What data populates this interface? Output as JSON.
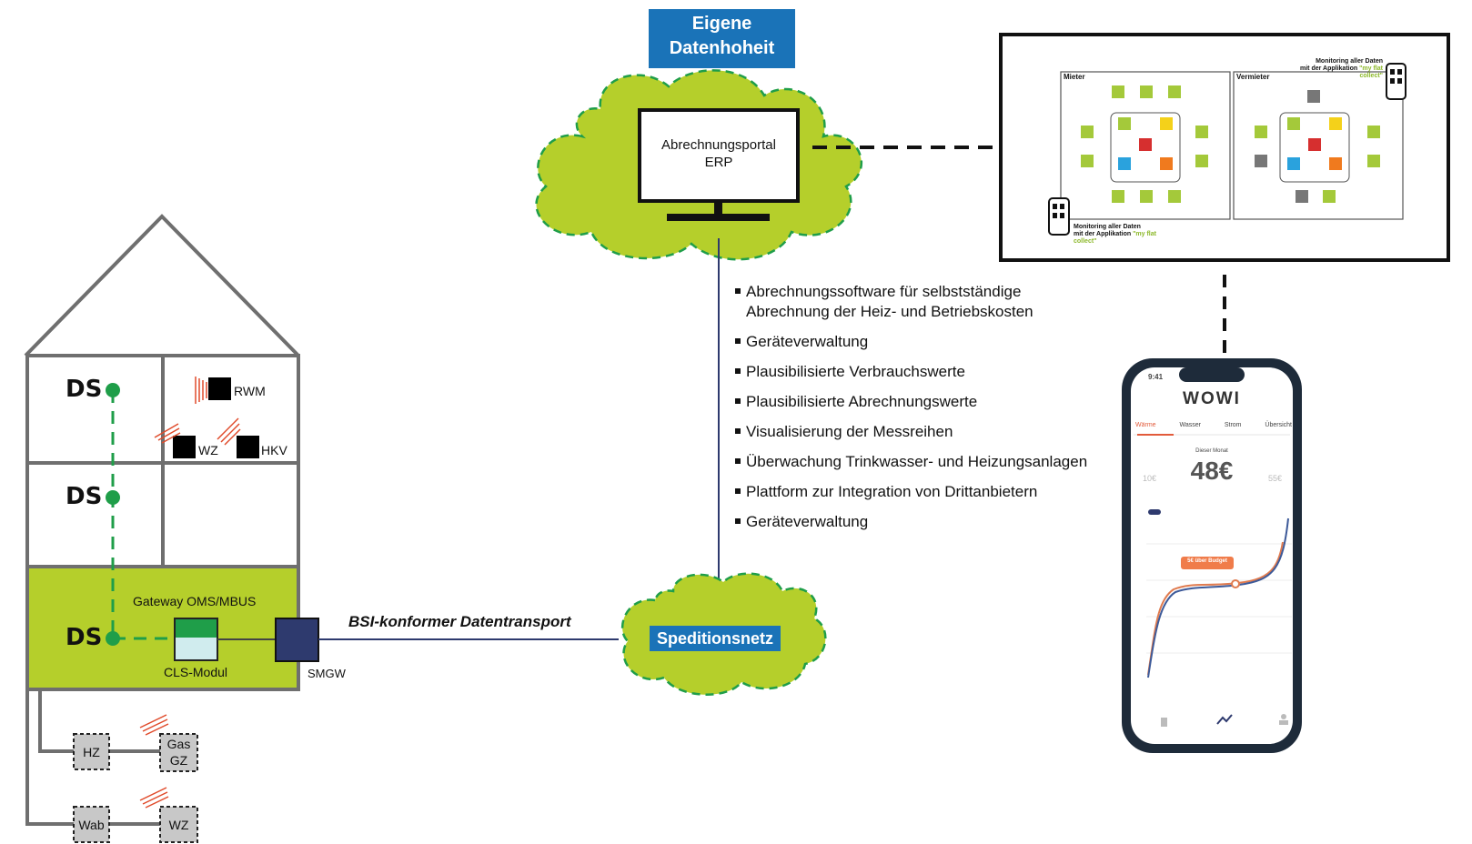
{
  "colors": {
    "green": "#b5cf2b",
    "green_dash": "#1f9e49",
    "blue": "#1a73b8",
    "navy": "#2e3a6e",
    "grey": "#6f6f6f",
    "red_wave": "#e04a2a",
    "orange": "#f07c4a"
  },
  "top": {
    "title_line1": "Eigene",
    "title_line2": "Datenhoheit"
  },
  "erp": {
    "line1": "Abrechnungsportal",
    "line2": "ERP"
  },
  "network": {
    "label": "Speditionsnetz",
    "transport": "BSI-konformer Datentransport"
  },
  "house": {
    "ds1": "DS",
    "ds2": "DS",
    "ds3": "DS",
    "rwm": "RWM",
    "wz": "WZ",
    "hkv": "HKV",
    "gateway": "Gateway OMS/MBUS",
    "cls": "CLS-Modul",
    "smgw": "SMGW",
    "hz": "HZ",
    "gas": "Gas",
    "gz": "GZ",
    "wab": "Wab",
    "wz2": "WZ"
  },
  "bullets": [
    "Abrechnungssoftware für selbstständige",
    "Abrechnung der Heiz- und Betriebskosten",
    "Geräteverwaltung",
    "Plausibilisierte Verbrauchswerte",
    "Plausibilisierte Abrechnungswerte",
    "Visualisierung der Messreihen",
    "Überwachung Trinkwasser- und Heizungsanlagen",
    "Plattform zur Integration von Drittanbietern",
    "Geräteverwaltung"
  ],
  "screen": {
    "mieter": "Mieter",
    "vermieter": "Vermieter",
    "monitor_top": "Monitoring aller Daten",
    "monitor_top2": "mit der Applikation",
    "app_name": "\"my flat collect\"",
    "monitor_bottom": "Monitoring aller Daten",
    "monitor_bottom2": "mit der Applikation"
  },
  "phone": {
    "time": "9:41",
    "brand": "WOWI",
    "tabs": [
      "Wärme",
      "Wasser",
      "Strom",
      "Übersicht"
    ],
    "month_label": "Dieser Monat",
    "big_value": "48€",
    "left_value": "10€",
    "right_value": "55€",
    "budget_label": "5€ über Budget"
  }
}
